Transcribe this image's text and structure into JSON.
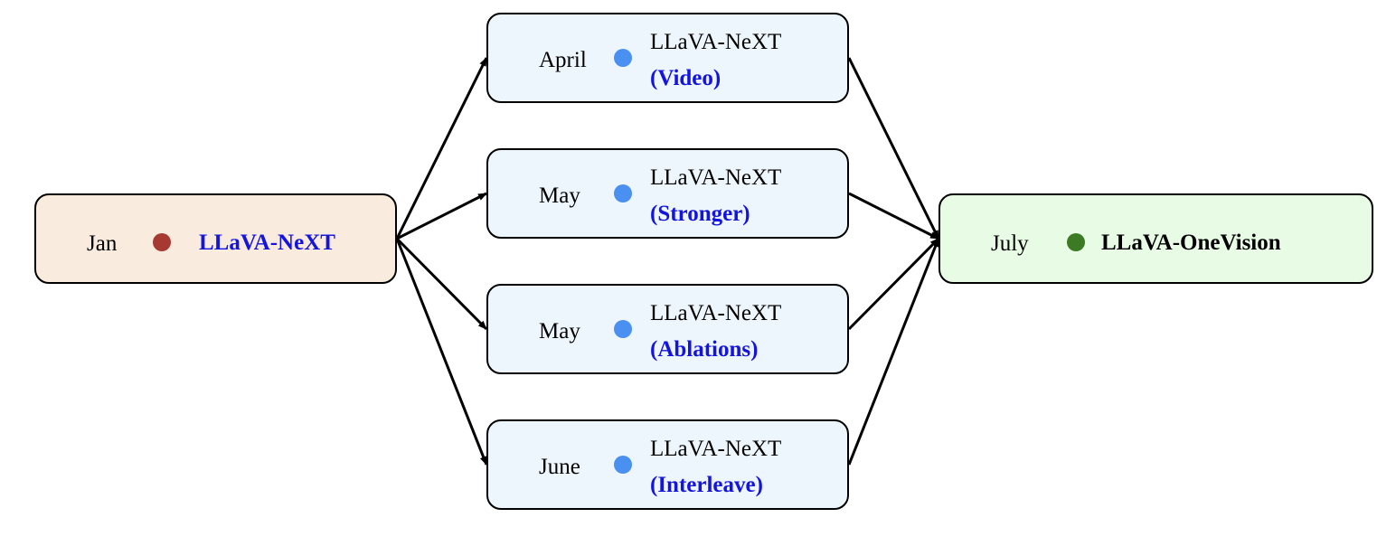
{
  "colors": {
    "jan_dot": "#a63a32",
    "variant_dot": "#4a90f0",
    "july_dot": "#3c7a24",
    "highlight_text": "#1414e0",
    "final_text": "#000000",
    "jan_fill": "#f9ebdd",
    "variant_fill": "#eef6fd",
    "july_fill": "#e8fce5",
    "edge": "#000000"
  },
  "nodes": {
    "jan": {
      "date": "Jan",
      "name": "LLaVA-NeXT"
    },
    "april": {
      "date": "April",
      "base": "LLaVA-NeXT",
      "variant": "(Video)"
    },
    "may_stronger": {
      "date": "May",
      "base": "LLaVA-NeXT",
      "variant": "(Stronger)"
    },
    "may_ablations": {
      "date": "May",
      "base": "LLaVA-NeXT",
      "variant": "(Ablations)"
    },
    "june": {
      "date": "June",
      "base": "LLaVA-NeXT",
      "variant": "(Interleave)"
    },
    "july": {
      "date": "July",
      "name": "LLaVA-OneVision"
    }
  },
  "edges": [
    {
      "from": "jan",
      "to": "april"
    },
    {
      "from": "jan",
      "to": "may_stronger"
    },
    {
      "from": "jan",
      "to": "may_ablations"
    },
    {
      "from": "jan",
      "to": "june"
    },
    {
      "from": "april",
      "to": "july"
    },
    {
      "from": "may_stronger",
      "to": "july"
    },
    {
      "from": "may_ablations",
      "to": "july"
    },
    {
      "from": "june",
      "to": "july"
    }
  ]
}
